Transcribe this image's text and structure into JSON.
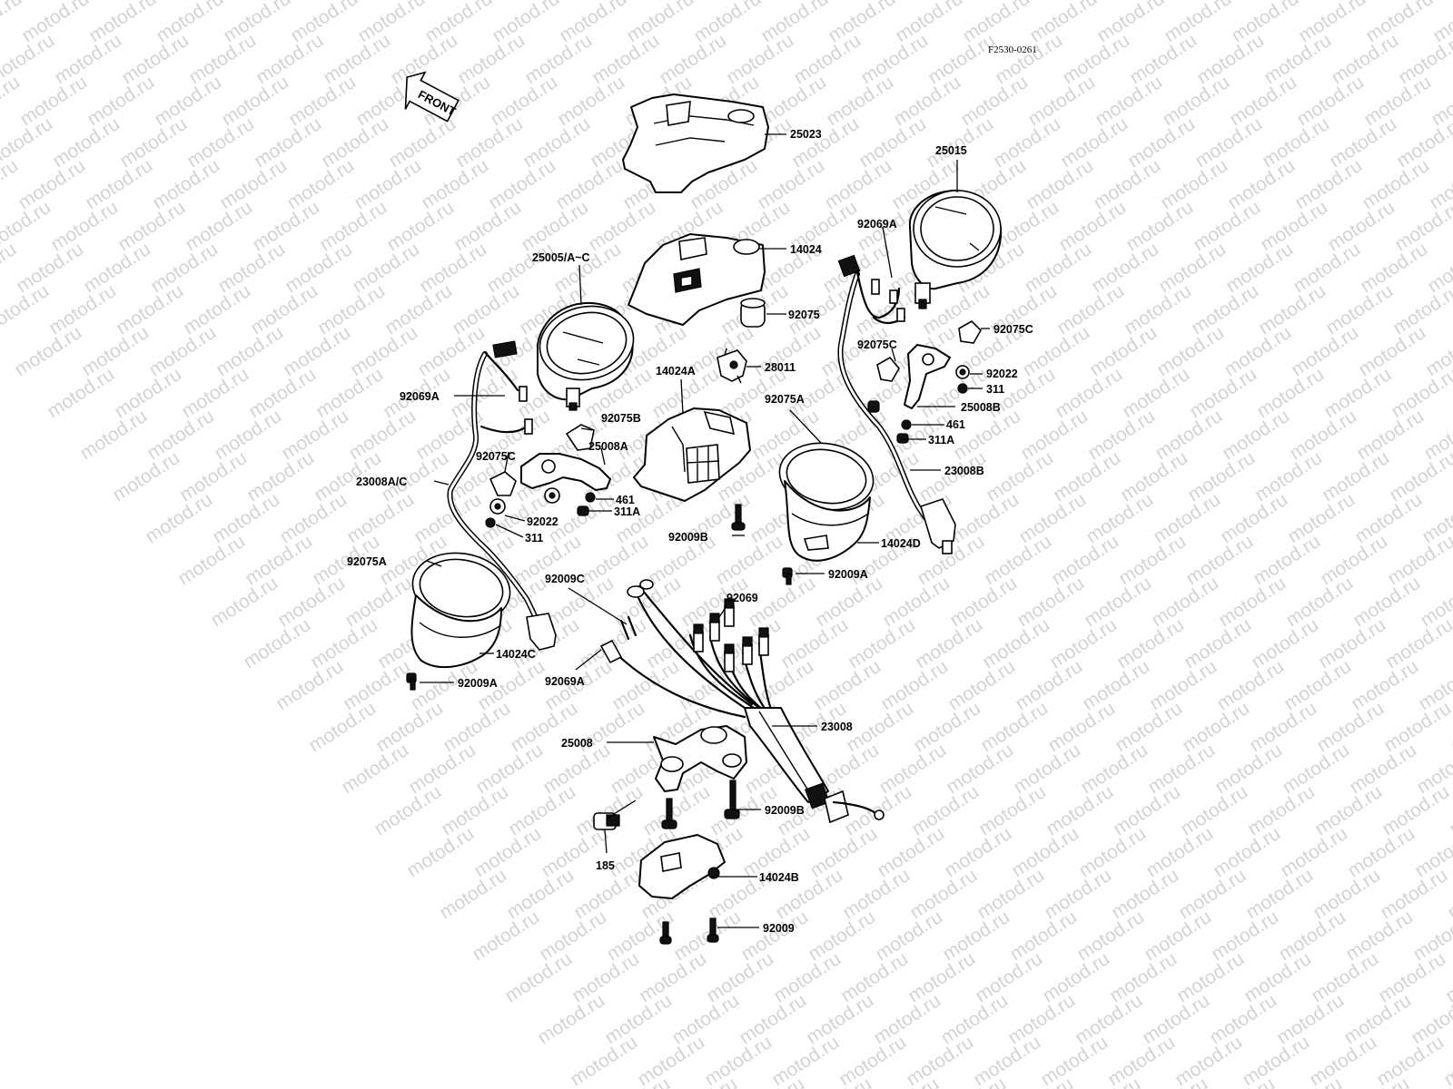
{
  "drawing": {
    "reference_code": "F2530-0261",
    "watermark_text": "motod.ru",
    "front_arrow_label": "FRONT",
    "colors": {
      "ink": "#000000",
      "paper": "#ffffff",
      "watermark": "#d3d3d3"
    }
  },
  "parts": {
    "p25023": "25023",
    "p25015": "25015",
    "p14024": "14024",
    "p25005": "25005/A~C",
    "p92069A_top": "92069A",
    "p92075": "92075",
    "p92075C_right": "92075C",
    "p28011": "28011",
    "p14024A": "14024A",
    "p92075C_mid": "92075C",
    "p92022_right": "92022",
    "p311_right": "311",
    "p25008B": "25008B",
    "p92069A_left": "92069A",
    "p92075A_mid": "92075A",
    "p92075B": "92075B",
    "p461_right": "461",
    "p25008A": "25008A",
    "p311A_right": "311A",
    "p92075C_left": "92075C",
    "p23008B": "23008B",
    "p23008AC": "23008A/C",
    "p461_left": "461",
    "p311A_left": "311A",
    "p92022_left": "92022",
    "p92009B_mid": "92009B",
    "p14024D": "14024D",
    "p311_left": "311",
    "p92075A_left": "92075A",
    "p92009A_right": "92009A",
    "p92009C": "92009C",
    "p92069": "92069",
    "p14024C": "14024C",
    "p92069A_bottom": "92069A",
    "p92009A_left": "92009A",
    "p23008": "23008",
    "p25008": "25008",
    "p92009B_bottom": "92009B",
    "p185": "185",
    "p14024B": "14024B",
    "p92009": "92009"
  }
}
